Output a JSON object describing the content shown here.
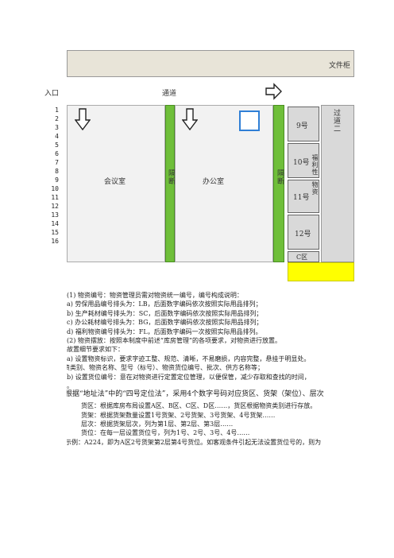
{
  "floor_plan": {
    "cabinet_label": "文件柜",
    "entrance_label": "入口",
    "corridor_label": "通道",
    "row_numbers": [
      "1",
      "2",
      "3",
      "4",
      "5",
      "6",
      "7",
      "8",
      "9",
      "10",
      "11",
      "12",
      "13",
      "14",
      "15",
      "16"
    ],
    "meeting_room": "会议室",
    "partition_1": "隔断",
    "office": "办公室",
    "partition_2": "隔断",
    "shelves": [
      "9号",
      "10号",
      "11号",
      "12号"
    ],
    "welfare_label": "福利性",
    "goods_label": "物资",
    "zone_c": "C区",
    "aisle_2": "过道二",
    "colors": {
      "green": "#6fbf3a",
      "header": "#e8e4d8",
      "room": "#f2f2f2",
      "yellow": "#ffff00",
      "aisle": "#d9d9d9"
    }
  },
  "text": {
    "lines": [
      "(1) 物资编号：物资管理员需对物资统一编号，编号构成说明：",
      "a) 劳保用品编号排头为：LB，后面数字编码依次按照实际用品排列；",
      "b) 生产耗材编号排头为：SC，后面数字编码依次按照实际用品排列；",
      "c) 办公耗材编号排头为：BG，后面数字编码依次按照实际用品排列；",
      "d) 福利物资编号排头为：FL，后面数字编码一次按照实际用品排列。",
      "(2) 物资摆放：按照本制度中前述“库房管理”的各项要求，对物资进行放置。",
      "故置细节要求如下：",
      "a) 设置物资标识，要求字迹工整、规范、清晰，不易磨损，内容完整，悬挂于明显处。",
      "资类别、物资名称、型号（标号）、物资货位编号、批次、供方名称等；",
      "b) 设置货位编号：意在对物资进行定置定位管理，以便保管，减少存取和查找的时间，",
      "。",
      "根据“地址法”中的“四号定位法”，采用4个数字号码对应货区、货架（架位）、层次",
      "货区：根据库房布局设置A区、B区、C区、D区……，货区根据物资类别进行存放。",
      "货架：根据货架数量设置1号货架、2号货架、3号货架、4号货架……",
      "层次：根据货架层次，列为第1层、第2层、第3层……",
      "货位：在每一层设置货位号，列为1号、2号、3号、4号……",
      "示例：A224，即为A区2号货架第2层第4号货位。如客观条件引起无法设置货位号的，则为"
    ]
  }
}
